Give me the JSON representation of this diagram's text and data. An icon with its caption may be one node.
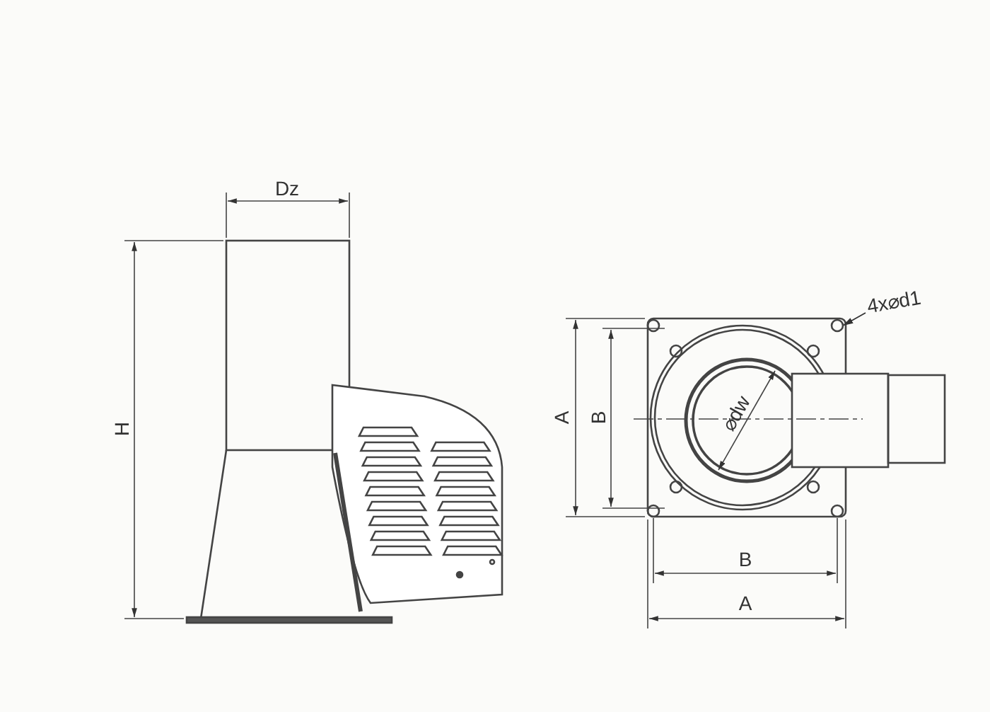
{
  "diagram": {
    "nodes": [
      {
        "text": [
          "4x⌀d1"
        ]
      },
      {
        "text": [],
        "shape": "circle"
      }
    ],
    "edges": [
      {
        "from": 0,
        "to": 1,
        "arrow": "to"
      }
    ],
    "labels": [
      "Dz",
      "H",
      "A",
      "B",
      "⌀dw",
      "B",
      "A"
    ]
  }
}
